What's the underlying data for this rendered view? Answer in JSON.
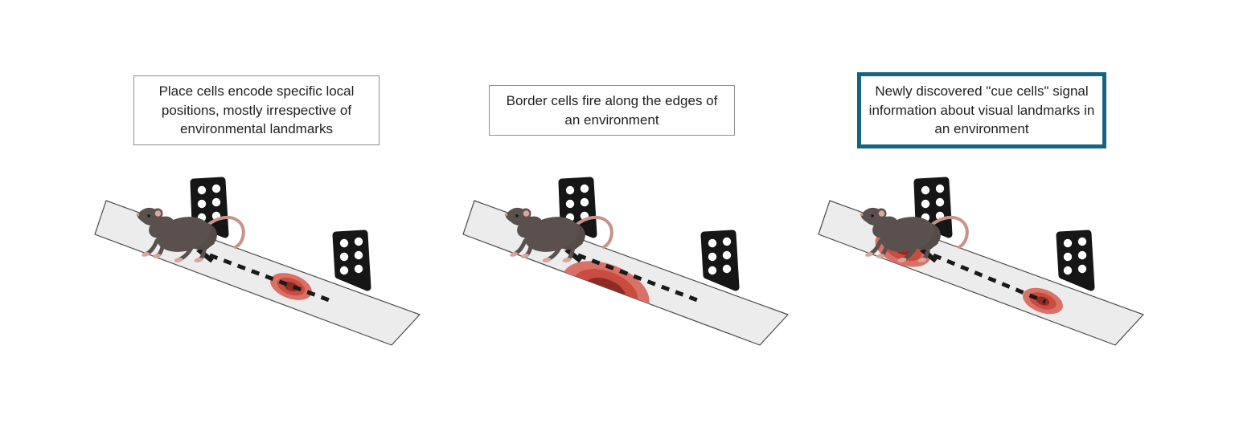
{
  "figure": {
    "panels": [
      {
        "caption": "Place cells encode specific local positions, mostly irrespective of environmental landmarks",
        "cell_type": "place cells",
        "highlighted": false,
        "field_type": "single spot mid-track"
      },
      {
        "caption": "Border cells fire along the edges of an environment",
        "cell_type": "border cells",
        "highlighted": false,
        "field_type": "semicircular field on track edge"
      },
      {
        "caption": "Newly discovered \"cue cells\" signal information about visual landmarks in an environment",
        "cell_type": "cue cells",
        "highlighted": true,
        "field_type": "spots at both visual landmarks"
      }
    ]
  },
  "colors": {
    "highlight_border": "#16657f",
    "caption_border": "#8f8f8f",
    "field_outer": "#db7166",
    "field_mid": "#c84c40",
    "field_inner": "#8f2b24",
    "track_fill": "#ececec",
    "track_stroke": "#4a4a4a",
    "tower_fill": "#161616",
    "mouse_body": "#5a514f",
    "mouse_pink": "#c79288",
    "arrow": "#1a1a1a"
  }
}
